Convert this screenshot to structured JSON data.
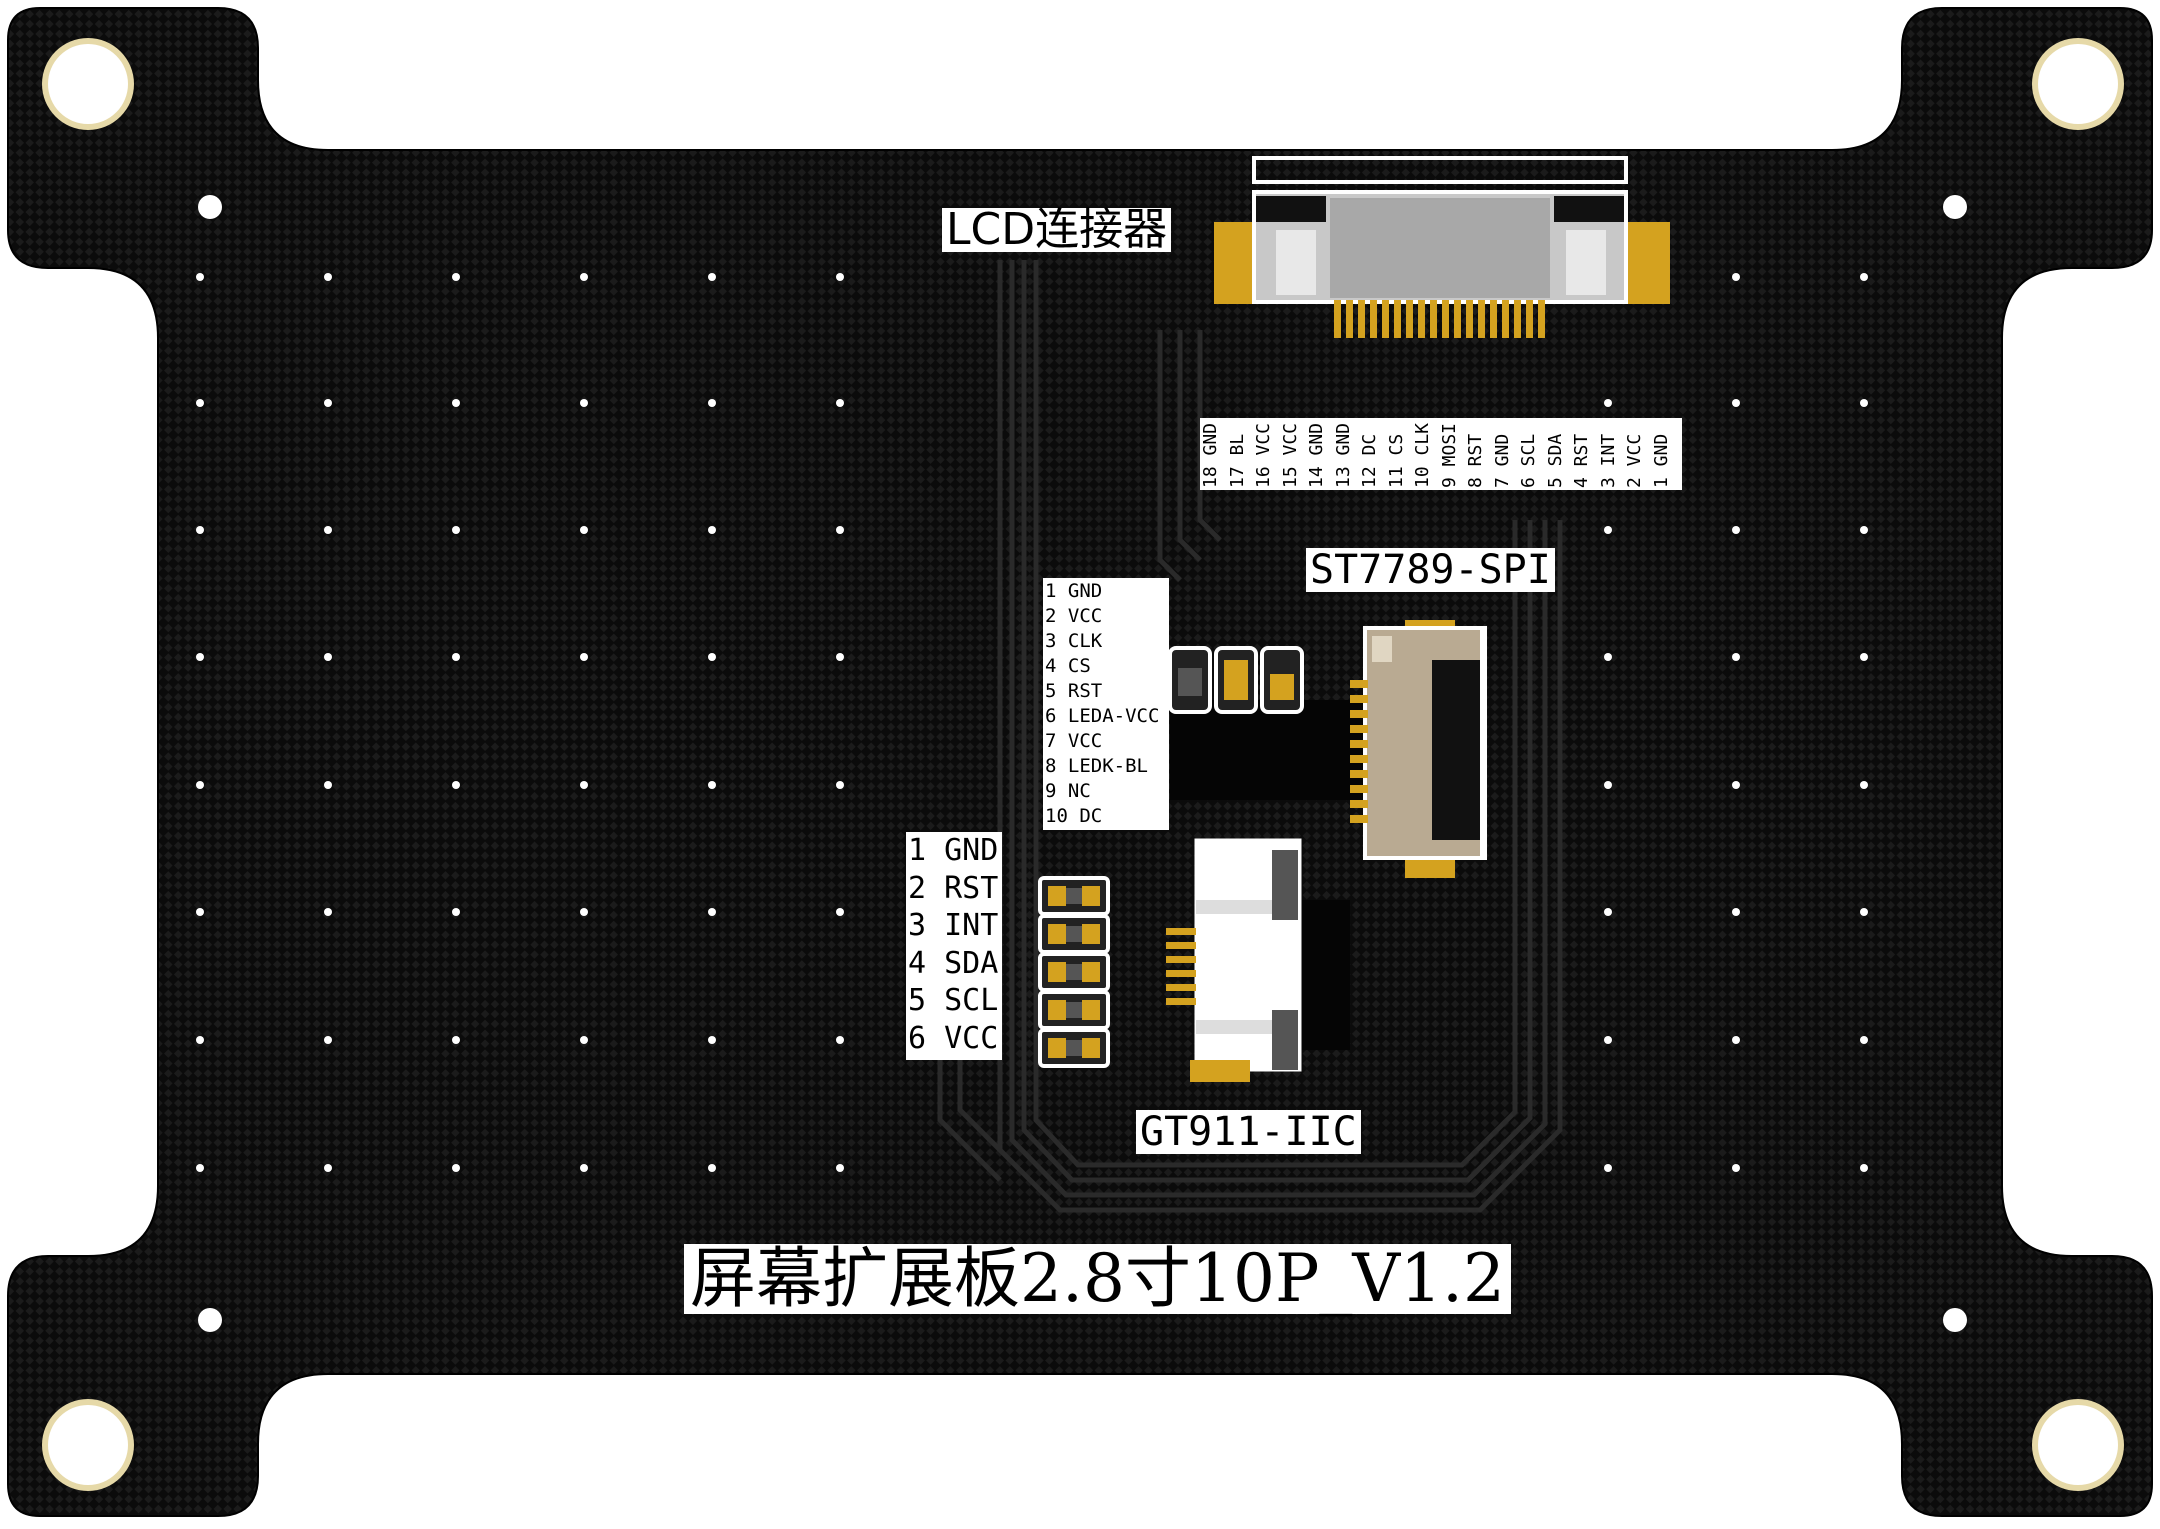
{
  "board": {
    "title": "屏幕扩展板2.8寸10P_V1.2",
    "colors": {
      "pcb": "#0b0b0b",
      "pcb_pattern": "#1a1a1a",
      "silk": "#ffffff",
      "gold": "#d4a21f",
      "hole_ring": "#e6d9a8",
      "connector_body": "#b9aa92",
      "connector_grey": "#c8c8c8"
    }
  },
  "labels": {
    "lcd_connector": "LCD连接器",
    "st7789": "ST7789-SPI",
    "gt911": "GT911-IIC"
  },
  "lcd_pins": [
    "18 GND",
    "17 BL",
    "16 VCC",
    "15 VCC",
    "14 GND",
    "13 GND",
    "12 DC",
    "11 CS",
    "10 CLK",
    "9 MOSI",
    "8 RST",
    "7 GND",
    "6 SCL",
    "5 SDA",
    "4 RST",
    "3 INT",
    "2 VCC",
    "1 GND"
  ],
  "spi_pins": [
    "1 GND",
    "2 VCC",
    "3 CLK",
    "4 CS",
    "5 RST",
    "6 LEDA-VCC",
    "7 VCC",
    "8 LEDK-BL",
    "9 NC",
    "10 DC"
  ],
  "iic_pins": [
    "1 GND",
    "2 RST",
    "3 INT",
    "4 SDA",
    "5 SCL",
    "6 VCC"
  ]
}
